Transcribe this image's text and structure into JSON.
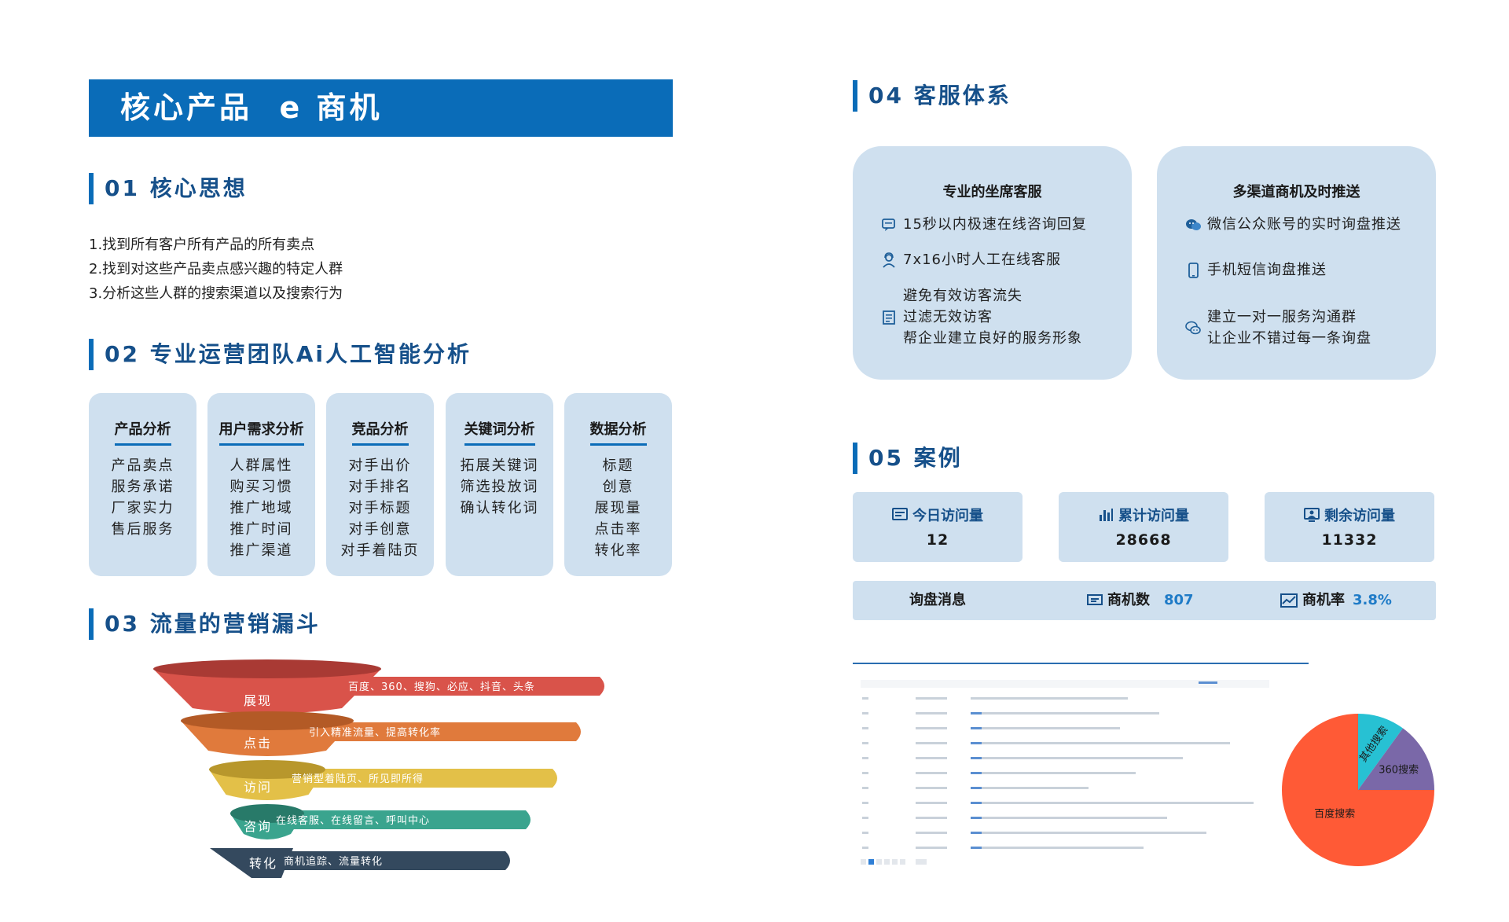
{
  "banner": {
    "title": "核心产品  e 商机"
  },
  "sections": {
    "s01": "01 核心思想",
    "s02": "02 专业运营团队Ai人工智能分析",
    "s03": "03 流量的营销漏斗",
    "s04": "04 客服体系",
    "s05": "05 案例"
  },
  "core_points": [
    "1.找到所有客户所有产品的所有卖点",
    "2.找到对这些产品卖点感兴趣的特定人群",
    "3.分析这些人群的搜索渠道以及搜索行为"
  ],
  "analysis_cards": [
    {
      "title": "产品分析",
      "items": [
        "产品卖点",
        "服务承诺",
        "厂家实力",
        "售后服务"
      ]
    },
    {
      "title": "用户需求分析",
      "items": [
        "人群属性",
        "购买习惯",
        "推广地域",
        "推广时间",
        "推广渠道"
      ]
    },
    {
      "title": "竞品分析",
      "items": [
        "对手出价",
        "对手排名",
        "对手标题",
        "对手创意",
        "对手着陆页"
      ]
    },
    {
      "title": "关键词分析",
      "items": [
        "拓展关键词",
        "筛选投放词",
        "确认转化词"
      ]
    },
    {
      "title": "数据分析",
      "items": [
        "标题",
        "创意",
        "展现量",
        "点击率",
        "转化率"
      ]
    }
  ],
  "funnel": [
    {
      "stage": "展现",
      "desc": "百度、360、搜狗、必应、抖音、头条",
      "color": "#d9534a",
      "dark": "#a93a34"
    },
    {
      "stage": "点击",
      "desc": "引入精准流量、提高转化率",
      "color": "#e07a3c",
      "dark": "#b35a26"
    },
    {
      "stage": "访问",
      "desc": "营销型着陆页、所见即所得",
      "color": "#e3c048",
      "dark": "#b8972c"
    },
    {
      "stage": "咨询",
      "desc": "在线客服、在线留言、呼叫中心",
      "color": "#3aa48e",
      "dark": "#287a69"
    },
    {
      "stage": "转化",
      "desc": "商机追踪、流量转化",
      "color": "#34495e",
      "dark": "#22303e"
    }
  ],
  "service": {
    "left": {
      "title": "专业的坐席客服",
      "rows": [
        {
          "icon": "chat-icon",
          "lines": [
            "15秒以内极速在线咨询回复"
          ]
        },
        {
          "icon": "agent-icon",
          "lines": [
            "7x16小时人工在线客服"
          ]
        },
        {
          "icon": "document-icon",
          "lines": [
            "避免有效访客流失",
            "过滤无效访客",
            "帮企业建立良好的服务形象"
          ]
        }
      ]
    },
    "right": {
      "title": "多渠道商机及时推送",
      "rows": [
        {
          "icon": "wechat-icon",
          "lines": [
            "微信公众账号的实时询盘推送"
          ]
        },
        {
          "icon": "mobile-icon",
          "lines": [
            "手机短信询盘推送"
          ]
        },
        {
          "icon": "group-chat-icon",
          "lines": [
            "建立一对一服务沟通群",
            "让企业不错过每一条询盘"
          ]
        }
      ]
    }
  },
  "stats": [
    {
      "label": "今日访问量",
      "value": "12",
      "icon": "monitor-icon"
    },
    {
      "label": "累计访问量",
      "value": "28668",
      "icon": "bar-chart-icon"
    },
    {
      "label": "剩余访问量",
      "value": "11332",
      "icon": "screen-user-icon"
    }
  ],
  "inquiry": {
    "label": "询盘消息",
    "leads_label": "商机数",
    "leads_value": "807",
    "rate_label": "商机率",
    "rate_value": "3.8%"
  },
  "colors": {
    "primary": "#0a6cb8",
    "card_bg": "#cfe0ef",
    "heading": "#16508a"
  },
  "chart_data": {
    "type": "pie",
    "labels": [
      "百度搜索",
      "360搜索",
      "其他搜索"
    ],
    "values": [
      75,
      15,
      10
    ],
    "colors": [
      "#ff5a36",
      "#7a68a8",
      "#27c1d3"
    ]
  }
}
